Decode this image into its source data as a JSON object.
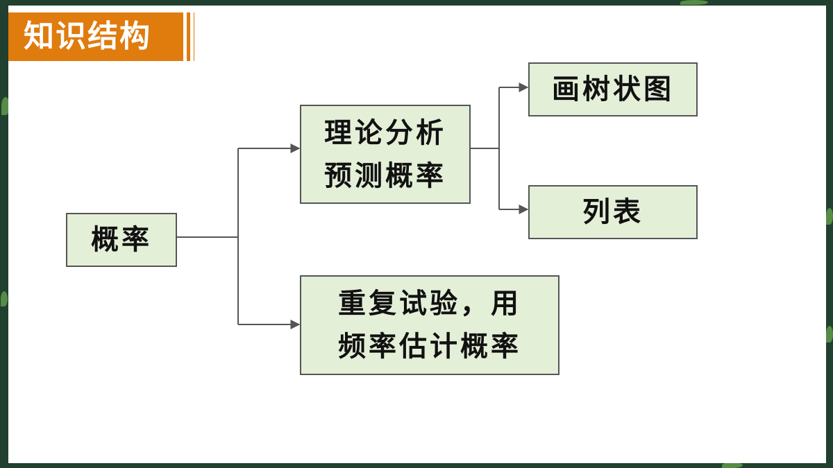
{
  "slide": {
    "title": "知识结构"
  },
  "diagram": {
    "root": "概率",
    "theory": "理论分析\n预测概率",
    "experiment": "重复试验，用\n频率估计概率",
    "tree": "画树状图",
    "table": "列表"
  },
  "colors": {
    "title_tab": "#e07b0e",
    "node_fill": "#e4efd8",
    "node_border": "#555555",
    "connector": "#555555",
    "board": "#21402f"
  }
}
